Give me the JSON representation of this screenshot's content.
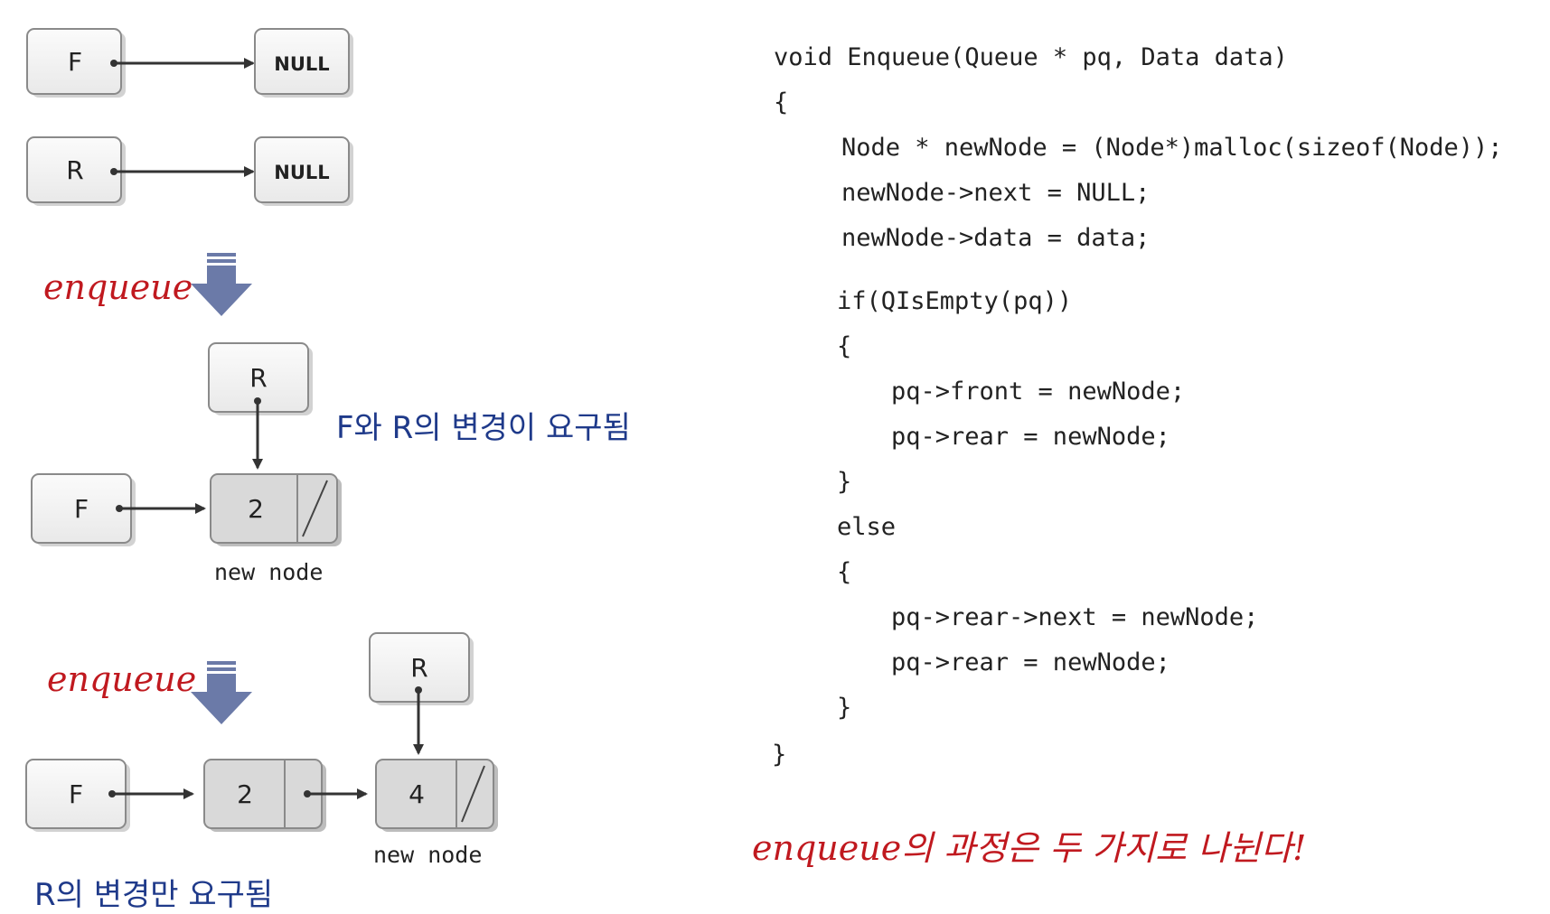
{
  "diagram": {
    "step0": {
      "front_label": "F",
      "rear_label": "R",
      "null_label": "NULL"
    },
    "op1_label": "enqueue",
    "step1": {
      "rear_label": "R",
      "front_label": "F",
      "node_value": "2",
      "caption": "new node",
      "note": "F와 R의 변경이 요구됨"
    },
    "op2_label": "enqueue",
    "step2": {
      "rear_label": "R",
      "front_label": "F",
      "node1_value": "2",
      "node2_value": "4",
      "caption": "new node",
      "note": "R의 변경만 요구됨"
    }
  },
  "code": {
    "lines": [
      "void Enqueue(Queue * pq, Data data)",
      "{",
      "Node * newNode = (Node*)malloc(sizeof(Node));",
      "newNode->next = NULL;",
      "newNode->data = data;",
      "if(QIsEmpty(pq))",
      "{",
      "pq->front = newNode;",
      "pq->rear = newNode;",
      "}",
      "else",
      "{",
      "pq->rear->next = newNode;",
      "pq->rear = newNode;",
      "}",
      "}"
    ]
  },
  "summary_text": "enqueue의 과정은 두 가지로 나뉜다!",
  "colors": {
    "red_text": "#c0191f",
    "blue_text": "#1f3a8a",
    "arrow_fill": "#6b7aa8",
    "node_fill": "#d9d9d9",
    "box_fill": "#f3f3f3"
  }
}
